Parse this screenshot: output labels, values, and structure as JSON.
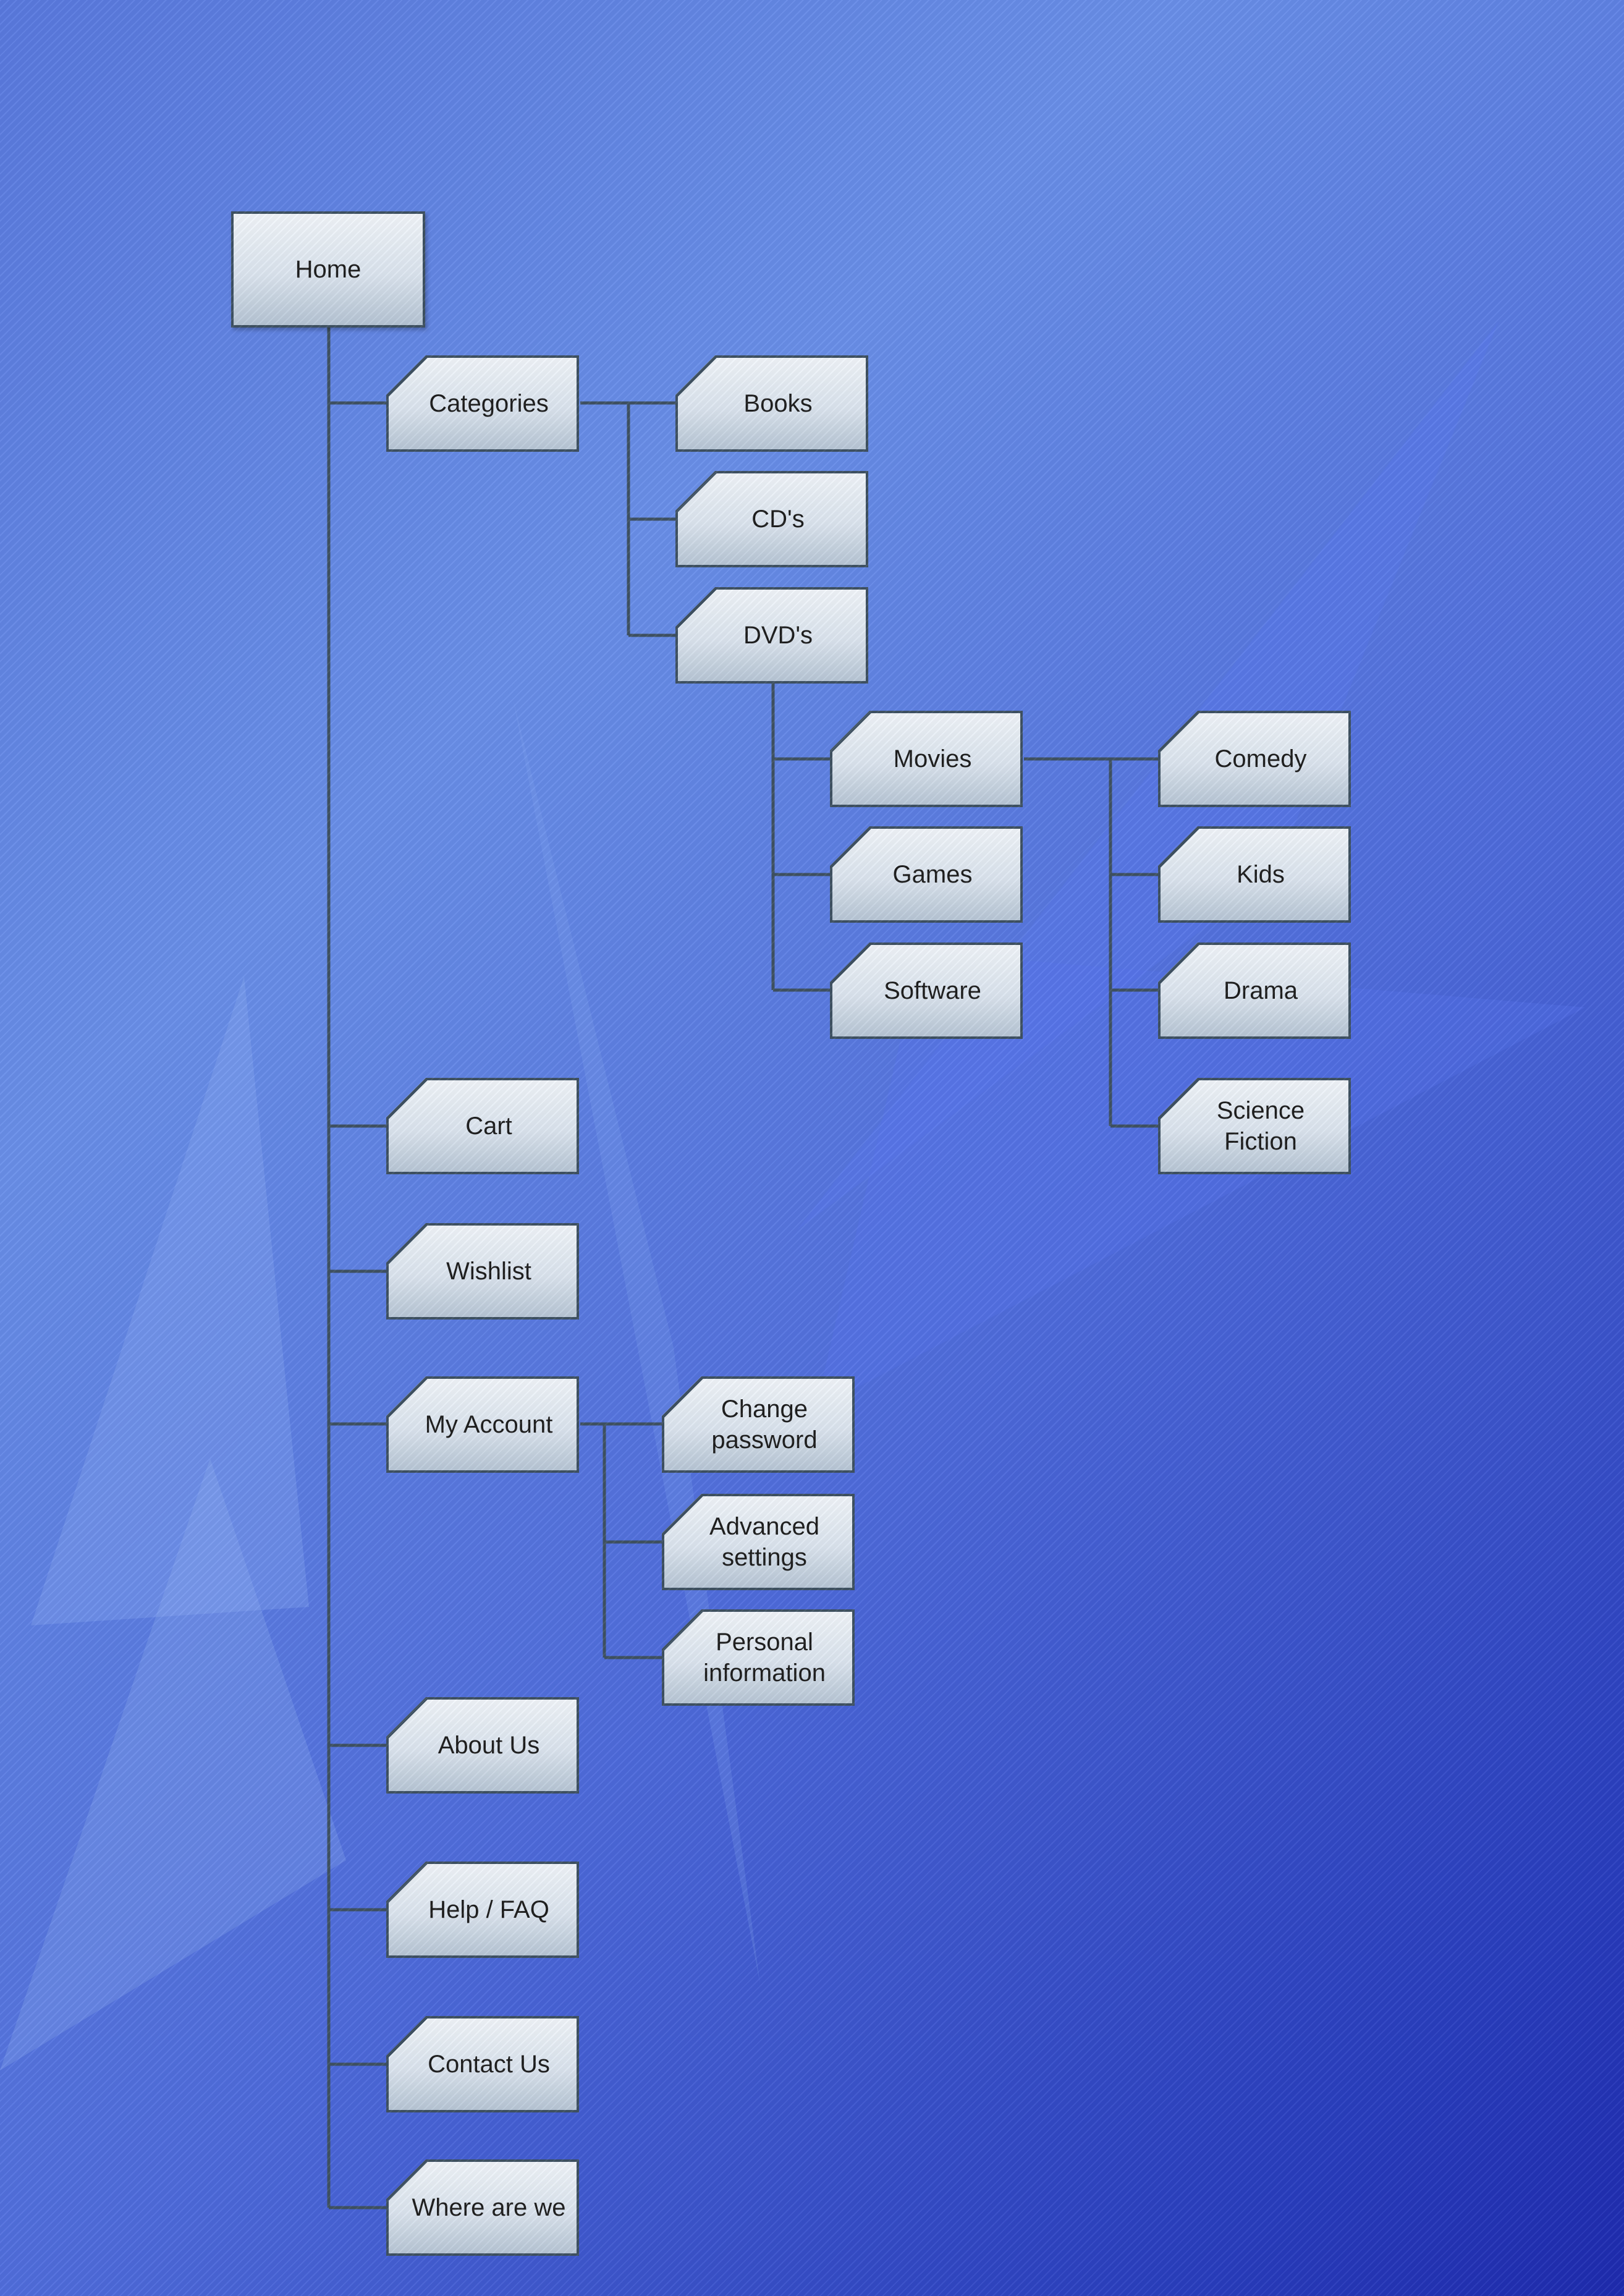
{
  "sitemap": {
    "root": "Home",
    "sections": {
      "categories": "Categories",
      "books": "Books",
      "cds": "CD's",
      "dvds": "DVD's",
      "movies": "Movies",
      "games": "Games",
      "software": "Software",
      "comedy": "Comedy",
      "kids": "Kids",
      "drama": "Drama",
      "science_fiction": "Science\nFiction",
      "cart": "Cart",
      "wishlist": "Wishlist",
      "my_account": "My Account",
      "change_password": "Change\npassword",
      "advanced_settings": "Advanced\nsettings",
      "personal_information": "Personal\ninformation",
      "about_us": "About Us",
      "help_faq": "Help / FAQ",
      "contact_us": "Contact Us",
      "where_are_we": "Where are we"
    }
  },
  "colors": {
    "connector": "#3f5263",
    "node_border": "#3f5263",
    "node_fill_top": "#f3f7fc",
    "node_fill_bottom": "#b7c6d6",
    "background_light": "#6a90ea",
    "background_dark": "#1e2bb0"
  }
}
